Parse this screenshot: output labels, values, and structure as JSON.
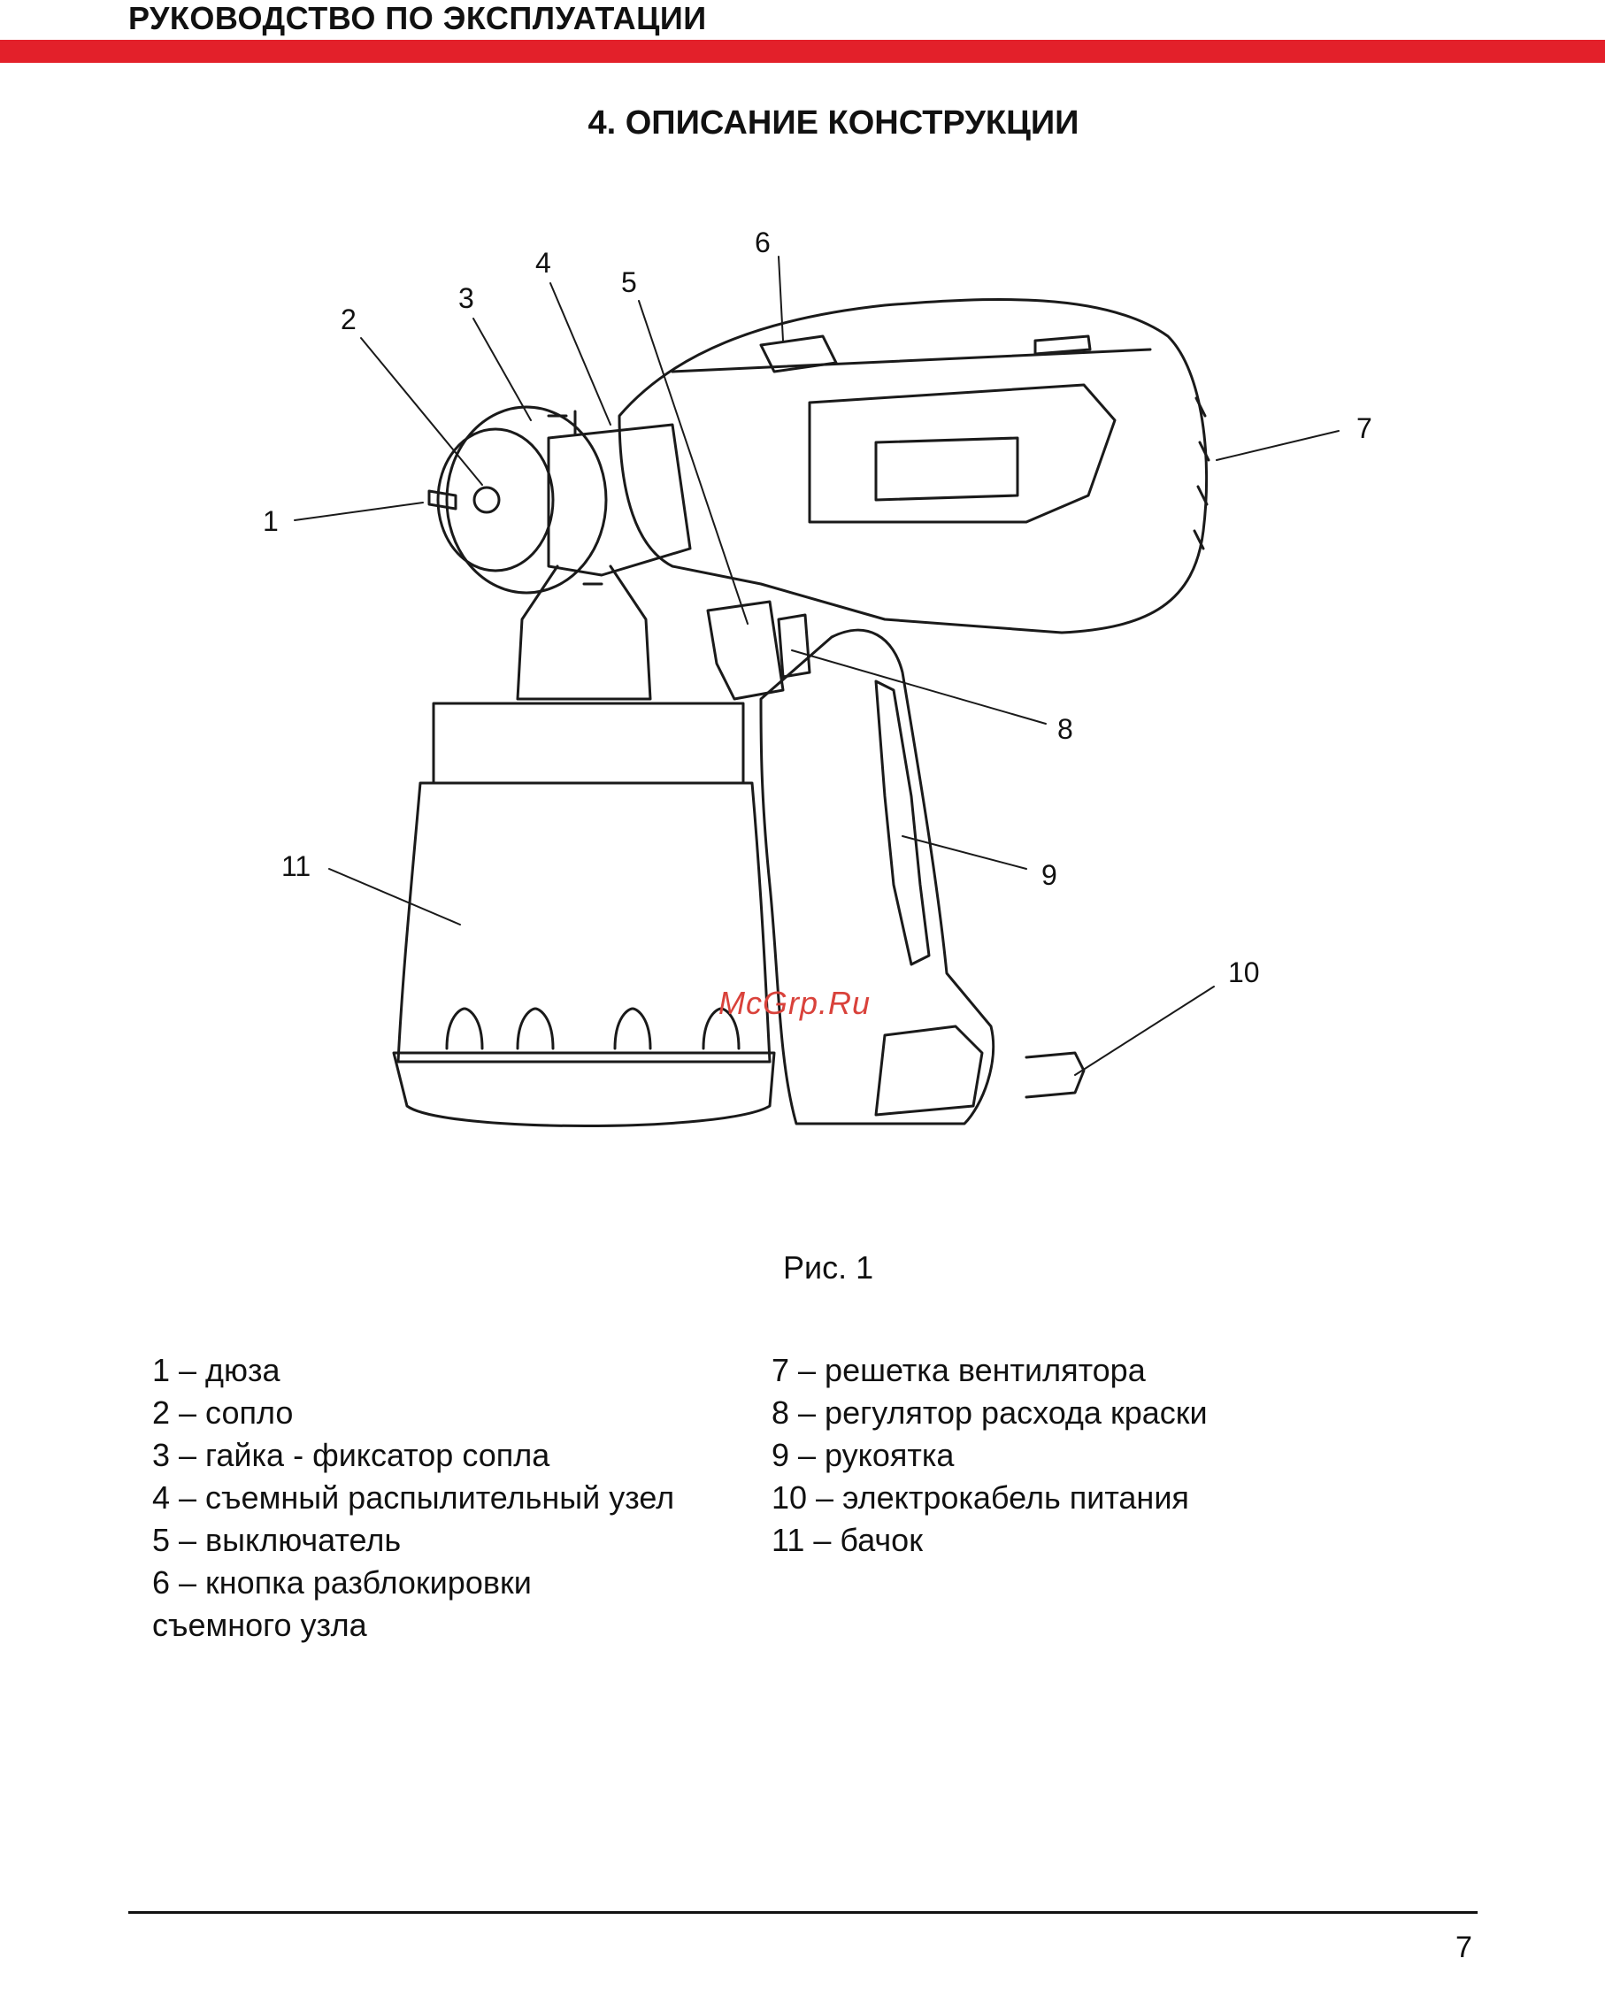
{
  "header": {
    "title": "РУКОВОДСТВО ПО ЭКСПЛУАТАЦИИ",
    "accent_color": "#e3202a"
  },
  "section": {
    "heading": "4. ОПИСАНИЕ КОНСТРУКЦИИ"
  },
  "figure": {
    "callouts": [
      "1",
      "2",
      "3",
      "4",
      "5",
      "6",
      "7",
      "8",
      "9",
      "10",
      "11"
    ],
    "caption": "Рис. 1"
  },
  "watermark": "McGrp.Ru",
  "legend": {
    "left": [
      "1 – дюза",
      "2 – сопло",
      "3 – гайка - фиксатор сопла",
      "4 – съемный распылительный узел",
      "5 – выключатель",
      "6 – кнопка разблокировки",
      "съемного узла"
    ],
    "right": [
      "7 – решетка вентилятора",
      "8 – регулятор расхода краски",
      "9 – рукоятка",
      "10 – электрокабель питания",
      "11 – бачок"
    ]
  },
  "footer": {
    "page_number": "7"
  }
}
